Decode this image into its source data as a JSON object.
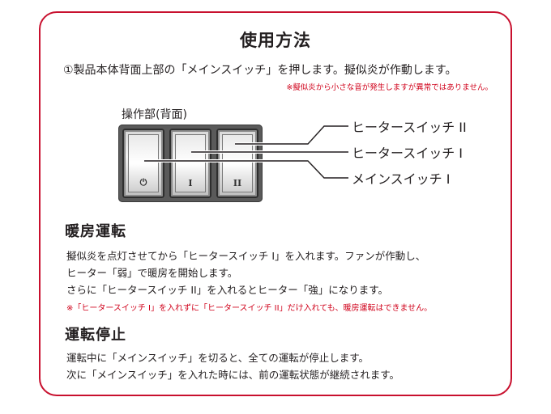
{
  "title": "使用方法",
  "step1": "①製品本体背面上部の「メインスイッチ」を押します。擬似炎が作動します。",
  "step1_note": "※擬似炎から小さな音が発生しますが異常ではありません。",
  "panel": {
    "label": "操作部(背面)",
    "switches": [
      {
        "mark": "⏻"
      },
      {
        "mark": "I"
      },
      {
        "mark": "II"
      }
    ]
  },
  "callouts": {
    "heater2": "ヒータースイッチ II",
    "heater1": "ヒータースイッチ I",
    "main": "メインスイッチ I"
  },
  "heating": {
    "heading": "暖房運転",
    "line1": "擬似炎を点灯させてから「ヒータースイッチ I」を入れます。ファンが作動し、",
    "line2": "ヒーター「弱」で暖房を開始します。",
    "line3": "さらに「ヒータースイッチ II」を入れるとヒーター「強」になります。",
    "note": "※「ヒータースイッチ I」を入れずに「ヒータースイッチ II」だけ入れても、暖房運転はできません。"
  },
  "stop": {
    "heading": "運転停止",
    "line1": "運転中に「メインスイッチ」を切ると、全ての運転が停止します。",
    "line2": "次に「メインスイッチ」を入れた時には、前の運転状態が継続されます。"
  },
  "colors": {
    "accent": "#c8102e",
    "note": "#d0021b",
    "text": "#231f20"
  }
}
